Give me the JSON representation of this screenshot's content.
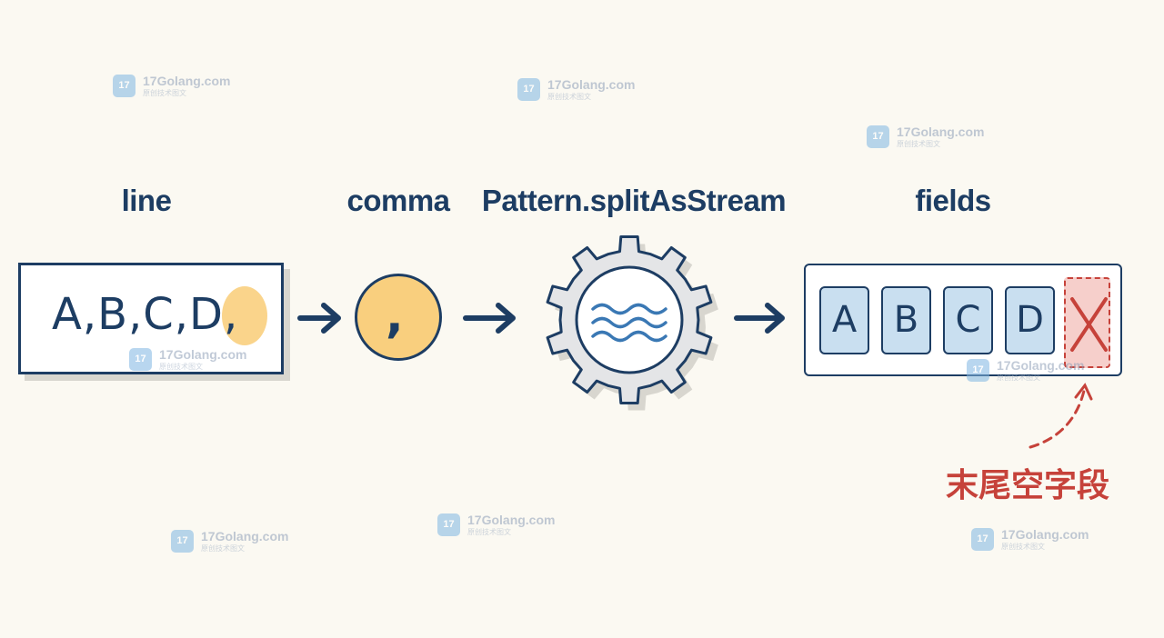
{
  "labels": {
    "line": "line",
    "comma": "comma",
    "splitter": "Pattern.splitAsStream",
    "fields": "fields"
  },
  "line_text": "A,B,C,D,",
  "comma_glyph": ",",
  "fields": [
    "A",
    "B",
    "C",
    "D"
  ],
  "trailing_empty_field_note": "末尾空字段",
  "watermark": {
    "text": "17Golang.com",
    "subtext": "原创技术图文",
    "logo": "17"
  },
  "icons": {
    "arrow": "right-arrow-icon",
    "gear": "gear-icon",
    "waves": "wave-icon",
    "empty": "cross-icon"
  },
  "colors": {
    "navy": "#1d3d63",
    "accent_yellow": "#f9cf7e",
    "field_blue": "#c9dff0",
    "error_red": "#c6423a"
  }
}
